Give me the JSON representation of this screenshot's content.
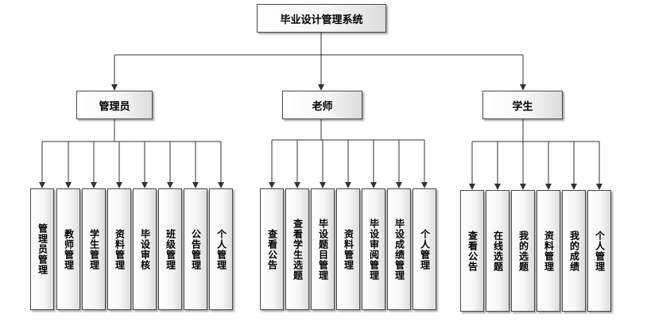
{
  "root": {
    "label": "毕业设计管理系统"
  },
  "roles": [
    {
      "label": "管理员",
      "modules": [
        "管理员管理",
        "教师管理",
        "学生管理",
        "资料管理",
        "毕设审核",
        "班级管理",
        "公告管理",
        "个人管理"
      ]
    },
    {
      "label": "老师",
      "modules": [
        "查看公告",
        "查看学生选题",
        "毕设题目管理",
        "资料管理",
        "毕设审阅管理",
        "毕设成绩管理",
        "个人管理"
      ]
    },
    {
      "label": "学生",
      "modules": [
        "查看公告",
        "在线选题",
        "我的选题",
        "资料管理",
        "我的成绩",
        "个人管理"
      ]
    }
  ]
}
